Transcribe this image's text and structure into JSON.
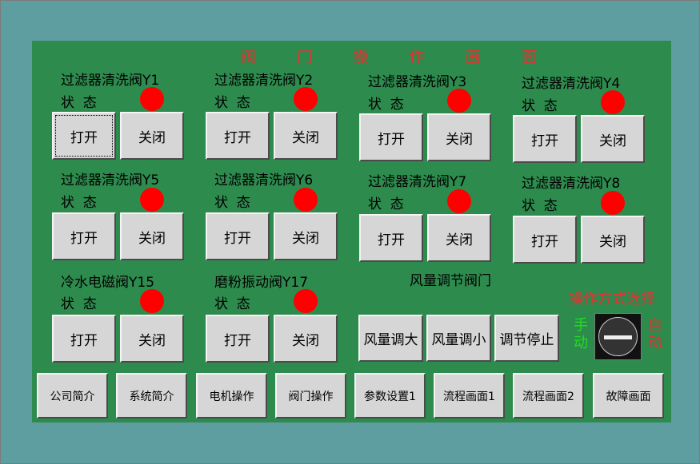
{
  "title": "阀 门 操 作 画 面",
  "status_label": "状  态",
  "open_label": "打开",
  "close_label": "关闭",
  "indicator_color": "#ff0000",
  "valves": [
    {
      "name": "过滤器清洗阀Y1",
      "selected": true
    },
    {
      "name": "过滤器清洗阀Y2"
    },
    {
      "name": "过滤器清洗阀Y3"
    },
    {
      "name": "过滤器清洗阀Y4"
    },
    {
      "name": "过滤器清洗阀Y5"
    },
    {
      "name": "过滤器清洗阀Y6"
    },
    {
      "name": "过滤器清洗阀Y7"
    },
    {
      "name": "过滤器清洗阀Y8"
    },
    {
      "name": "冷水电磁阀Y15"
    },
    {
      "name": "磨粉振动阀Y17"
    }
  ],
  "air_valve": {
    "title": "风量调节阀门",
    "buttons": [
      "风量调大",
      "风量调小",
      "调节停止"
    ]
  },
  "mode": {
    "title": "操作方式选择",
    "manual": "手动",
    "auto": "自动",
    "switch_icon": "rotary-switch-icon"
  },
  "nav": [
    "公司简介",
    "系统简介",
    "电机操作",
    "阀门操作",
    "参数设置1",
    "流程画面1",
    "流程画面2",
    "故障画面"
  ]
}
